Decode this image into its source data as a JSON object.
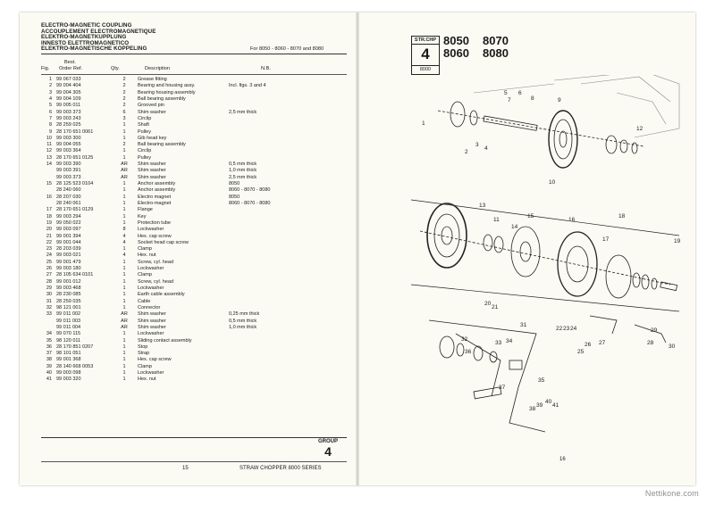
{
  "left_page": {
    "titles": [
      "ELECTRO-MAGNETIC COUPLING",
      "ACCOUPLEMENT ELECTROMAGNETIQUE",
      "ELEKTRO-MAGNETKUPPLUNG",
      "INNESTO ELETTROMAGNETICO",
      "ELEKTRO-MAGNETISCHE KOPPELING"
    ],
    "for_models": "For 8050 - 8060 - 8070 and 8080",
    "headers": {
      "fig": "Fig.",
      "ref_line1": "Best.",
      "ref_line2": "Order Ref.",
      "qty": "Qty.",
      "desc": "Description",
      "nb": "N.B."
    },
    "rows": [
      {
        "fig": "1",
        "ref": "99 067 033",
        "qty": "2",
        "desc": "Grease fitting",
        "nb": ""
      },
      {
        "fig": "2",
        "ref": "99 004 404",
        "qty": "2",
        "desc": "Bearing and housing assy.",
        "nb": "Incl. figs. 3 and 4"
      },
      {
        "fig": "3",
        "ref": "99 004 305",
        "qty": "2",
        "desc": "Bearing housing assembly",
        "nb": ""
      },
      {
        "fig": "4",
        "ref": "99 004 109",
        "qty": "2",
        "desc": "Ball bearing assembly",
        "nb": ""
      },
      {
        "fig": "5",
        "ref": "99 005 011",
        "qty": "2",
        "desc": "Grooved pin",
        "nb": ""
      },
      {
        "fig": "6",
        "ref": "99 003 373",
        "qty": "6",
        "desc": "Shim washer",
        "nb": "2,5 mm thick"
      },
      {
        "fig": "7",
        "ref": "99 003 243",
        "qty": "3",
        "desc": "Circlip",
        "nb": ""
      },
      {
        "fig": "8",
        "ref": "28 259 025",
        "qty": "1",
        "desc": "Shaft",
        "nb": ""
      },
      {
        "fig": "9",
        "ref": "28 170 651 0061",
        "qty": "1",
        "desc": "Pulley",
        "nb": ""
      },
      {
        "fig": "10",
        "ref": "99 003 300",
        "qty": "1",
        "desc": "Gib head key",
        "nb": ""
      },
      {
        "fig": "11",
        "ref": "99 004 055",
        "qty": "2",
        "desc": "Ball bearing assembly",
        "nb": ""
      },
      {
        "fig": "12",
        "ref": "99 003 364",
        "qty": "1",
        "desc": "Circlip",
        "nb": ""
      },
      {
        "fig": "13",
        "ref": "28 170 651 0125",
        "qty": "1",
        "desc": "Pulley",
        "nb": ""
      },
      {
        "fig": "14",
        "ref": "99 003 390",
        "qty": "AR",
        "desc": "Shim washer",
        "nb": "0,5 mm thick"
      },
      {
        "fig": "",
        "ref": "99 003 391",
        "qty": "AR",
        "desc": "Shim washer",
        "nb": "1,0 mm thick"
      },
      {
        "fig": "",
        "ref": "99 003 373",
        "qty": "AR",
        "desc": "Shim washer",
        "nb": "2,5 mm thick"
      },
      {
        "fig": "15",
        "ref": "28 125 523 0104",
        "qty": "1",
        "desc": "Anchor assembly",
        "nb": "8050"
      },
      {
        "fig": "",
        "ref": "28 240 060",
        "qty": "1",
        "desc": "Anchor assembly",
        "nb": "8060 - 8070 - 8080"
      },
      {
        "fig": "16",
        "ref": "28 207 030",
        "qty": "1",
        "desc": "Electro magnet",
        "nb": "8050"
      },
      {
        "fig": "",
        "ref": "28 240 061",
        "qty": "1",
        "desc": "Electro-magnet",
        "nb": "8060 - 8070 - 8080"
      },
      {
        "fig": "17",
        "ref": "28 170 651 0129",
        "qty": "1",
        "desc": "Flange",
        "nb": ""
      },
      {
        "fig": "18",
        "ref": "99 003 294",
        "qty": "1",
        "desc": "Key",
        "nb": ""
      },
      {
        "fig": "19",
        "ref": "99 050 022",
        "qty": "1",
        "desc": "Protection tube",
        "nb": ""
      },
      {
        "fig": "20",
        "ref": "99 003 097",
        "qty": "8",
        "desc": "Lockwasher",
        "nb": ""
      },
      {
        "fig": "21",
        "ref": "99 001 394",
        "qty": "4",
        "desc": "Hex. cap screw",
        "nb": ""
      },
      {
        "fig": "22",
        "ref": "99 001 044",
        "qty": "4",
        "desc": "Socket head cap screw",
        "nb": ""
      },
      {
        "fig": "23",
        "ref": "28 203 039",
        "qty": "1",
        "desc": "Clamp",
        "nb": ""
      },
      {
        "fig": "24",
        "ref": "99 003 021",
        "qty": "4",
        "desc": "Hex. nut",
        "nb": ""
      },
      {
        "fig": "25",
        "ref": "99 001 479",
        "qty": "1",
        "desc": "Screw, cyl. head",
        "nb": ""
      },
      {
        "fig": "26",
        "ref": "99 003 180",
        "qty": "1",
        "desc": "Lockwasher",
        "nb": ""
      },
      {
        "fig": "27",
        "ref": "28 105 634 0101",
        "qty": "1",
        "desc": "Clamp",
        "nb": ""
      },
      {
        "fig": "28",
        "ref": "99 001 012",
        "qty": "1",
        "desc": "Screw, cyl. head",
        "nb": ""
      },
      {
        "fig": "29",
        "ref": "99 003 468",
        "qty": "1",
        "desc": "Lockwasher",
        "nb": ""
      },
      {
        "fig": "30",
        "ref": "28 230 085",
        "qty": "1",
        "desc": "Earth cable assembly",
        "nb": ""
      },
      {
        "fig": "31",
        "ref": "28 259 035",
        "qty": "1",
        "desc": "Cable",
        "nb": ""
      },
      {
        "fig": "32",
        "ref": "98 121 001",
        "qty": "1",
        "desc": "Connector",
        "nb": ""
      },
      {
        "fig": "33",
        "ref": "99 011 002",
        "qty": "AR",
        "desc": "Shim washer",
        "nb": "0,25 mm thick"
      },
      {
        "fig": "",
        "ref": "99 011 003",
        "qty": "AR",
        "desc": "Shim washer",
        "nb": "0,5 mm thick"
      },
      {
        "fig": "",
        "ref": "99 011 004",
        "qty": "AR",
        "desc": "Shim washer",
        "nb": "1,0 mm thick"
      },
      {
        "fig": "34",
        "ref": "99 070 115",
        "qty": "1",
        "desc": "Lockwasher",
        "nb": ""
      },
      {
        "fig": "35",
        "ref": "98 120 011",
        "qty": "1",
        "desc": "Sliding contact assembly",
        "nb": ""
      },
      {
        "fig": "36",
        "ref": "28 170 851 0207",
        "qty": "1",
        "desc": "Stop",
        "nb": ""
      },
      {
        "fig": "37",
        "ref": "98 101 051",
        "qty": "1",
        "desc": "Strap",
        "nb": ""
      },
      {
        "fig": "38",
        "ref": "99 001 368",
        "qty": "1",
        "desc": "Hex. cap screw",
        "nb": ""
      },
      {
        "fig": "39",
        "ref": "28 140 668 0053",
        "qty": "1",
        "desc": "Clamp",
        "nb": ""
      },
      {
        "fig": "40",
        "ref": "99 003 098",
        "qty": "1",
        "desc": "Lockwasher",
        "nb": ""
      },
      {
        "fig": "41",
        "ref": "99 003 320",
        "qty": "1",
        "desc": "Hex. nut",
        "nb": ""
      }
    ],
    "group_label": "GROUP",
    "group_number": "4",
    "page_number": "15",
    "series_footer": "STRAW CHOPPER 8000 SERIES"
  },
  "right_page": {
    "str_chp_label": "STR.CHP",
    "str_chp_number": "4",
    "str_chp_sub": "8000",
    "models_row1": [
      "8050",
      "8070"
    ],
    "models_row2": [
      "8060",
      "8080"
    ],
    "page_number": "16",
    "callouts": [
      "1",
      "2",
      "3",
      "4",
      "5",
      "6",
      "7",
      "8",
      "9",
      "10",
      "11",
      "12",
      "13",
      "14",
      "15",
      "16",
      "17",
      "18",
      "19",
      "20",
      "21",
      "22",
      "23",
      "24",
      "25",
      "26",
      "27",
      "28",
      "29",
      "30",
      "31",
      "32",
      "33",
      "34",
      "35",
      "36",
      "37",
      "38",
      "39",
      "40",
      "41"
    ]
  },
  "watermark": "Nettikone.com"
}
